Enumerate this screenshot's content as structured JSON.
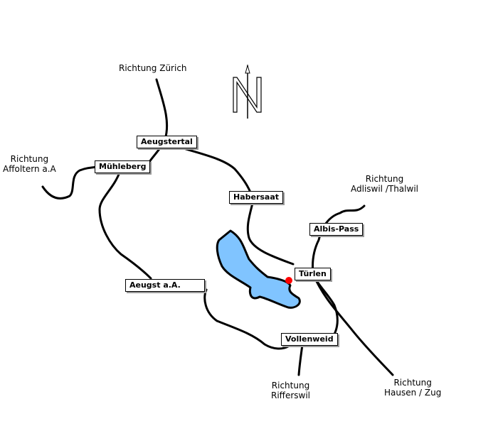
{
  "colors": {
    "lake": "#80c4ff",
    "marker": "#ff0000",
    "road": "#000000"
  },
  "compass": {
    "letter": "N",
    "icon": "north-arrow-icon"
  },
  "directions": [
    {
      "id": "zurich",
      "text": "Richtung Zürich"
    },
    {
      "id": "affoltern",
      "line1": "Richtung",
      "line2": "Affoltern a.A"
    },
    {
      "id": "adliswil",
      "line1": "Richtung",
      "line2": "Adliswil /Thalwil"
    },
    {
      "id": "rifferswil",
      "line1": "Richtung",
      "line2": "Rifferswil"
    },
    {
      "id": "hausen",
      "line1": "Richtung",
      "line2": "Hausen / Zug"
    }
  ],
  "places": [
    "Aeugstertal",
    "Mühleberg",
    "Habersaat",
    "Albis-Pass",
    "Türlen",
    "Aeugst a.A.",
    "Vollenweid"
  ]
}
